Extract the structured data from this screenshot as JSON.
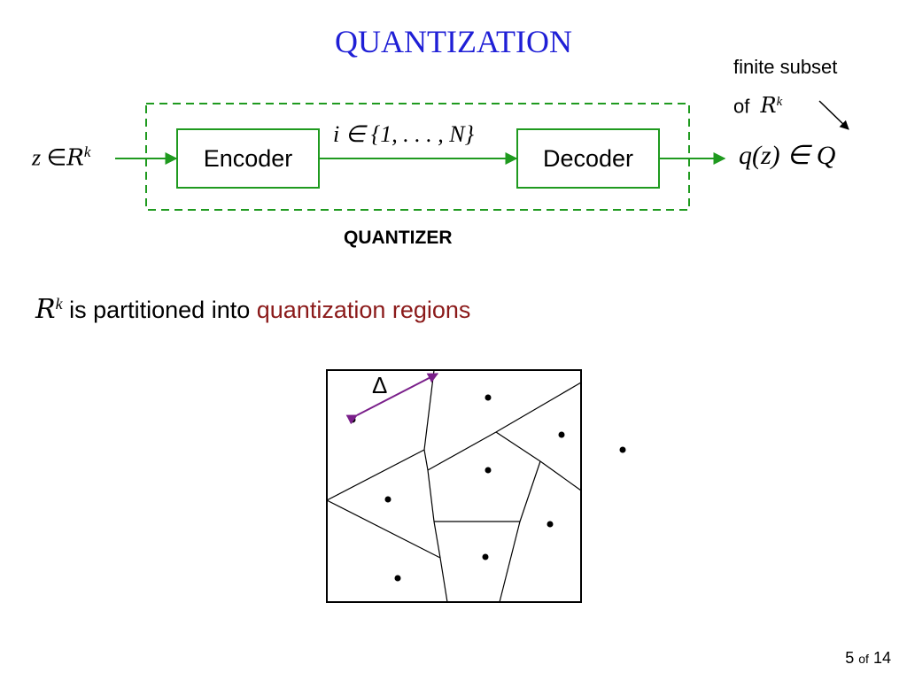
{
  "slide": {
    "title": "QUANTIZATION",
    "page": {
      "current": "5",
      "of_label": "of",
      "total": "14"
    }
  },
  "block_diagram": {
    "encoder_label": "Encoder",
    "decoder_label": "Decoder",
    "quantizer_label": "QUANTIZER",
    "input_expr": {
      "var": "z",
      "symbol": "∈",
      "space": "R",
      "exp": "k"
    },
    "channel_expr": "i ∈ {1, . . . , N}",
    "output_expr": "q(z) ∈ Q",
    "annotation_line1": "finite subset",
    "annotation_line2_prefix": "of",
    "annotation_space": "R",
    "annotation_exp": "k",
    "colors": {
      "box": "#1f9a1f",
      "dashed": "#1f9a1f",
      "arrow": "#1f9a1f"
    }
  },
  "partition": {
    "heading_space": "R",
    "heading_exp": "k",
    "heading_text": "is partitioned into",
    "heading_highlight": "quantization regions",
    "highlight_color": "#8b1a1a",
    "delta_label": "Δ",
    "delta_color": "#7a1f8a"
  }
}
